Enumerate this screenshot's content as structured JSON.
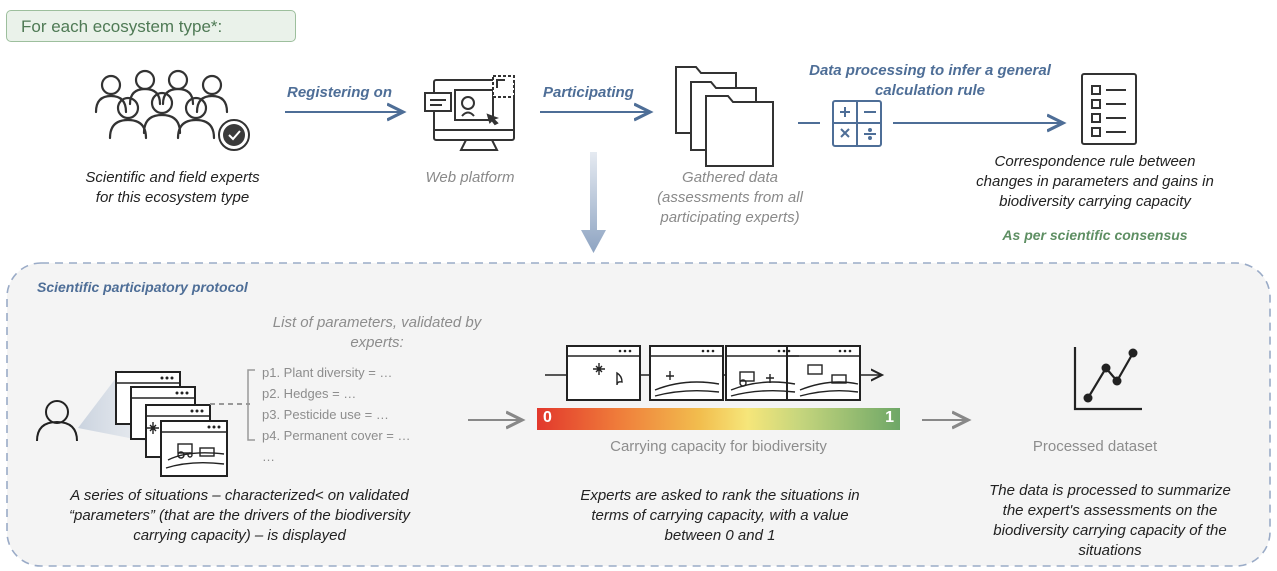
{
  "header_tag": "For each ecosystem type*:",
  "top_flow": {
    "experts_caption": "Scientific and field experts\nfor this ecosystem type",
    "arrow1_label": "Registering on",
    "platform_caption": "Web platform",
    "arrow2_label": "Participating",
    "data_caption": "Gathered data\n(assessments from all\nparticipating experts)",
    "processing_label": "Data processing to infer a general\ncalculation rule",
    "rule_caption": "Correspondence rule between\nchanges in parameters and gains in\nbiodiversity carrying capacity",
    "consensus_label": "As per scientific consensus"
  },
  "protocol": {
    "title": "Scientific participatory protocol",
    "params_title": "List of parameters, validated by\nexperts:",
    "params": [
      "p1. Plant diversity = …",
      "p2. Hedges = …",
      "p3. Pesticide use = …",
      "p4. Permanent cover = …",
      "…"
    ],
    "scale_min": "0",
    "scale_max": "1",
    "scale_caption": "Carrying capacity for biodiversity",
    "dataset_caption": "Processed dataset",
    "caption_left": "A series of situations – characterized< on validated\n“parameters” (that are the drivers of the biodiversity\ncarrying capacity) – is displayed",
    "caption_mid": "Experts are asked to rank the situations in\nterms of carrying capacity, with a value\nbetween 0 and 1",
    "caption_right": "The data is processed to summarize\nthe expert's assessments on the\nbiodiversity carrying capacity of the\nsituations"
  },
  "colors": {
    "accent_blue": "#4e6e97",
    "accent_green": "#5e8f63",
    "tag_bg": "#eaf2ea"
  }
}
